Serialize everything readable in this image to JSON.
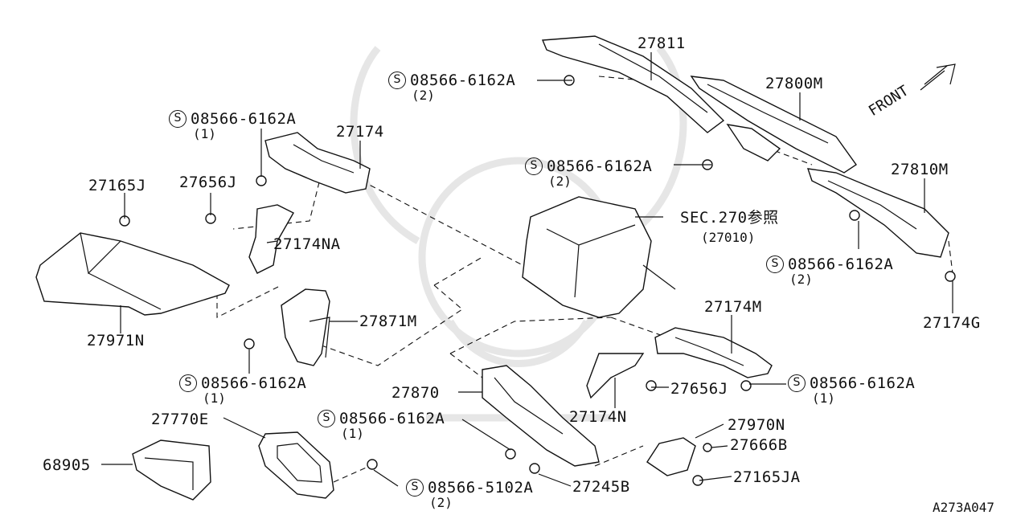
{
  "front_label": "FRONT",
  "diagram_ref": "A273A047",
  "screw_symbol": "S",
  "labels": {
    "p27811": "27811",
    "p27800m": "27800M",
    "p27810m": "27810M",
    "p27174": "27174",
    "p27165j": "27165J",
    "p27656j_left": "27656J",
    "p27174na": "27174NA",
    "p27971n": "27971N",
    "p27871m": "27871M",
    "sec270": "SEC.270参照",
    "sec270_sub": "(27010)",
    "p27174m": "27174M",
    "p27174g": "27174G",
    "p27656j_right": "27656J",
    "p27174n": "27174N",
    "p27870": "27870",
    "p27770e": "27770E",
    "p68905": "68905",
    "p27970n": "27970N",
    "p27666b": "27666B",
    "p27165ja": "27165JA",
    "p27245b": "27245B"
  },
  "screws": {
    "s_top": {
      "code": "08566-6162A",
      "qty": "(2)"
    },
    "s_upper_left": {
      "code": "08566-6162A",
      "qty": "(1)"
    },
    "s_mid_center": {
      "code": "08566-6162A",
      "qty": "(2)"
    },
    "s_right": {
      "code": "08566-6162A",
      "qty": "(2)"
    },
    "s_left_lower": {
      "code": "08566-6162A",
      "qty": "(1)"
    },
    "s_right_lower": {
      "code": "08566-6162A",
      "qty": "(1)"
    },
    "s_bottom_center": {
      "code": "08566-6162A",
      "qty": "(1)"
    },
    "s_bottom": {
      "code": "08566-5102A",
      "qty": "(2)"
    }
  }
}
